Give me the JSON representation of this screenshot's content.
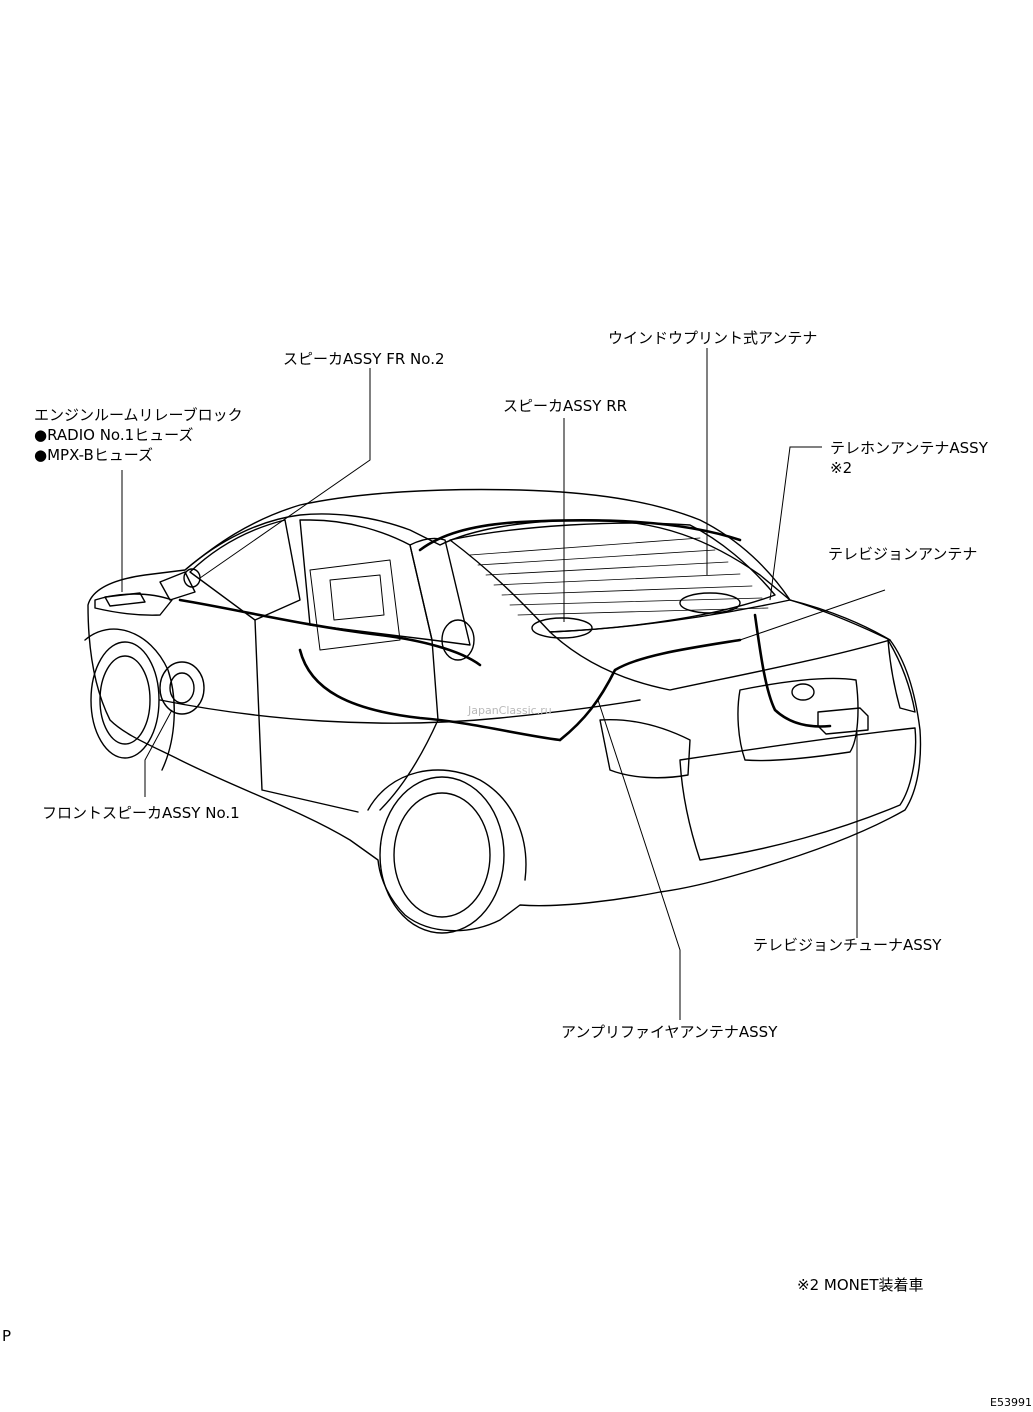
{
  "labels": {
    "engine_room_relay_block": "エンジンルームリレーブロック",
    "radio_fuse": "●RADIO No.1ヒューズ",
    "mpx_fuse": "●MPX-Bヒューズ",
    "speaker_fr_no2": "スピーカASSY FR No.2",
    "speaker_rr": "スピーカASSY RR",
    "window_print_antenna": "ウインドウプリント式アンテナ",
    "telephone_antenna": "テレホンアンテナASSY",
    "telephone_antenna_note": "※2",
    "tv_antenna": "テレビジョンアンテナ",
    "front_speaker_no1": "フロントスピーカASSY No.1",
    "tv_tuner": "テレビジョンチューナASSY",
    "amplifier_antenna": "アンプリファイヤアンテナASSY"
  },
  "footnote": "※2 MONET装着車",
  "corner_mark": "P",
  "figure_code": "E53991",
  "watermark": "JapanClassic.ru"
}
